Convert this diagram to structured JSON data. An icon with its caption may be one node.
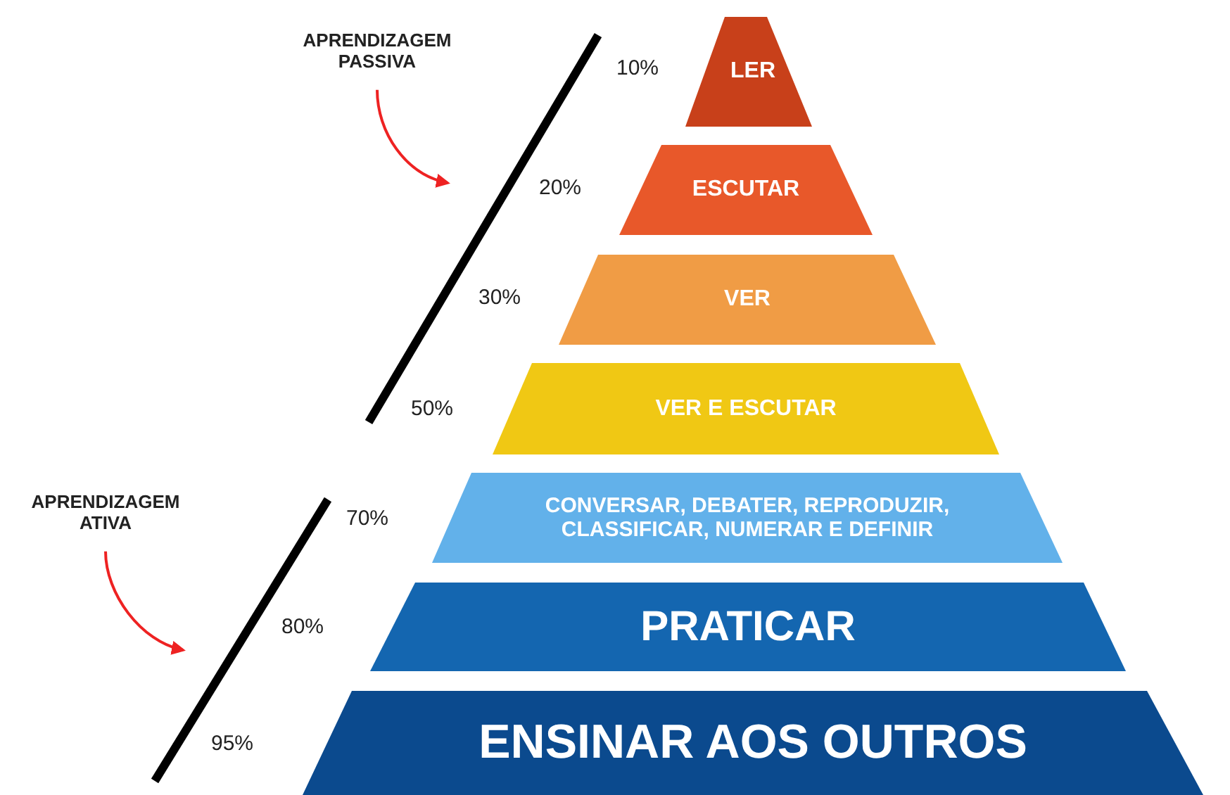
{
  "diagram": {
    "nodes": [
      {
        "text": [
          "LER"
        ],
        "beside": [
          "10%"
        ]
      },
      {
        "text": [
          "ESCUTAR"
        ],
        "beside": [
          "20%"
        ]
      },
      {
        "text": [
          "VER"
        ],
        "beside": [
          "30%"
        ]
      },
      {
        "text": [
          "VER E ESCUTAR"
        ],
        "beside": [
          "50%"
        ]
      },
      {
        "text": [
          "CONVERSAR, DEBATER, REPRODUZIR, CLASSIFICAR, NUMERAR E DEFINIR"
        ],
        "beside": [
          "70%"
        ]
      },
      {
        "text": [
          "PRATICAR"
        ],
        "beside": [
          "80%"
        ]
      },
      {
        "text": [
          "ENSINAR AOS OUTROS"
        ],
        "beside": [
          "95%"
        ]
      },
      {
        "text": [
          "APRENDIZAGEM PASSIVA"
        ]
      },
      {
        "text": [
          "APRENDIZAGEM ATIVA"
        ]
      }
    ],
    "edges": [
      {
        "from": 7,
        "to": null,
        "arrow": "to",
        "color": "#ee2222"
      },
      {
        "from": 8,
        "to": null,
        "arrow": "to",
        "color": "#ee2222"
      }
    ]
  }
}
